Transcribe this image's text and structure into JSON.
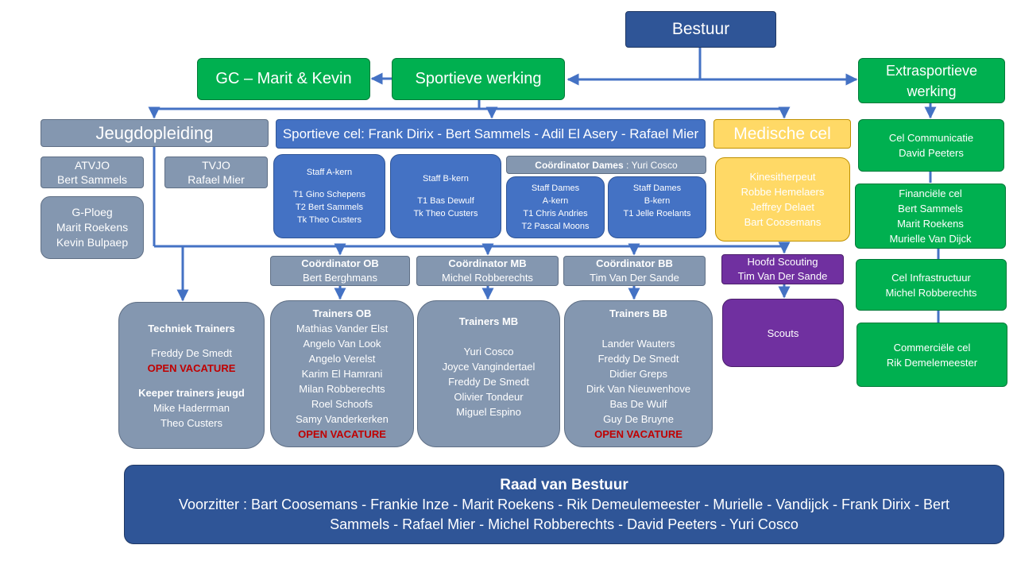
{
  "bestuur": "Bestuur",
  "gc": "GC – Marit & Kevin",
  "sportieve_werking": "Sportieve werking",
  "extrasportieve": [
    "Extrasportieve",
    "werking"
  ],
  "jeugdopleiding": "Jeugdopleiding",
  "sportieve_cel": "Sportieve cel: Frank Dirix - Bert Sammels - Adil El Asery - Rafael Mier",
  "medische_cel": "Medische cel",
  "atvjo": [
    "ATVJO",
    "Bert Sammels"
  ],
  "tvjo": [
    "TVJO",
    "Rafael Mier"
  ],
  "gploeg": [
    "G-Ploeg",
    "Marit Roekens",
    "Kevin Bulpaep"
  ],
  "staff_a": {
    "title": "Staff A-kern",
    "lines": [
      "T1 Gino Schepens",
      "T2 Bert Sammels",
      "Tk Theo  Custers"
    ]
  },
  "staff_b": {
    "title": "Staff B-kern",
    "lines": [
      "T1 Bas Dewulf",
      "Tk Theo  Custers"
    ]
  },
  "coord_dames": {
    "label": "Coördinator Dames",
    "sep": " : ",
    "name": "Yuri Cosco"
  },
  "staff_dames_a": [
    "Staff Dames",
    "A-kern",
    "T1 Chris Andries",
    "T2 Pascal Moons"
  ],
  "staff_dames_b": [
    "Staff Dames",
    "B-kern",
    "T1 Jelle Roelants"
  ],
  "medische_members": [
    "Kinesitherpeut",
    "Robbe Hemelaers",
    "Jeffrey Delaet",
    "Bart Coosemans"
  ],
  "cel_communicatie": [
    "Cel Communicatie",
    "David Peeters"
  ],
  "financiele_cel": [
    "Financiële cel",
    "Bert Sammels",
    "Marit Roekens",
    "Murielle Van Dijck"
  ],
  "cel_infrastructuur": [
    "Cel Infrastructuur",
    "Michel Robberechts"
  ],
  "commerciele_cel": [
    "Commerciële cel",
    "Rik Demelemeester"
  ],
  "coord_ob": {
    "title": "Coördinator OB",
    "name": "Bert Berghmans"
  },
  "coord_mb": {
    "title": "Coördinator MB",
    "name": "Michel Robberechts"
  },
  "coord_bb": {
    "title": "Coördinator BB",
    "name": "Tim Van Der Sande"
  },
  "hoofd_scouting": [
    "Hoofd Scouting",
    "Tim Van Der Sande"
  ],
  "scouts": "Scouts",
  "techniek": {
    "title": "Techniek Trainers",
    "names": [
      "Freddy De Smedt"
    ],
    "vacature": "OPEN VACATURE",
    "keeper_title": "Keeper trainers jeugd",
    "keeper_names": [
      "Mike Haderrman",
      "Theo Custers"
    ]
  },
  "trainers_ob": {
    "title": "Trainers OB",
    "names": [
      "Mathias Vander Elst",
      "Angelo Van Look",
      "Angelo Verelst",
      "Karim El Hamrani",
      "Milan Robberechts",
      "Roel Schoofs",
      "Samy Vanderkerken"
    ],
    "vacature": "OPEN VACATURE"
  },
  "trainers_mb": {
    "title": "Trainers MB",
    "names": [
      "Yuri Cosco",
      "Joyce Vangindertael",
      "Freddy De Smedt",
      "Olivier Tondeur",
      "Miguel Espino"
    ]
  },
  "trainers_bb": {
    "title": "Trainers BB",
    "names": [
      "Lander Wauters",
      "Freddy De Smedt",
      "Didier Greps",
      "Dirk Van Nieuwenhove",
      "Bas De Wulf",
      "Guy  De Bruyne"
    ],
    "vacature": "OPEN VACATURE"
  },
  "raad": {
    "title": "Raad van Bestuur",
    "line1": "Voorzitter  : Bart Coosemans  - Frankie Inze - Marit Roekens  - Rik Demeulemeester  - Murielle  - Vandijck  - Frank Dirix - Bert",
    "line2": "Sammels - Rafael Mier -  Michel Robberechts  - David Peeters - Yuri Cosco"
  },
  "colors": {
    "navy": "#2F5597",
    "green": "#00B050",
    "slate": "#8497B0",
    "blue": "#4472C4",
    "yellow": "#FFD966",
    "purple": "#7030A0",
    "red": "#C00000",
    "line": "#4472C4"
  }
}
